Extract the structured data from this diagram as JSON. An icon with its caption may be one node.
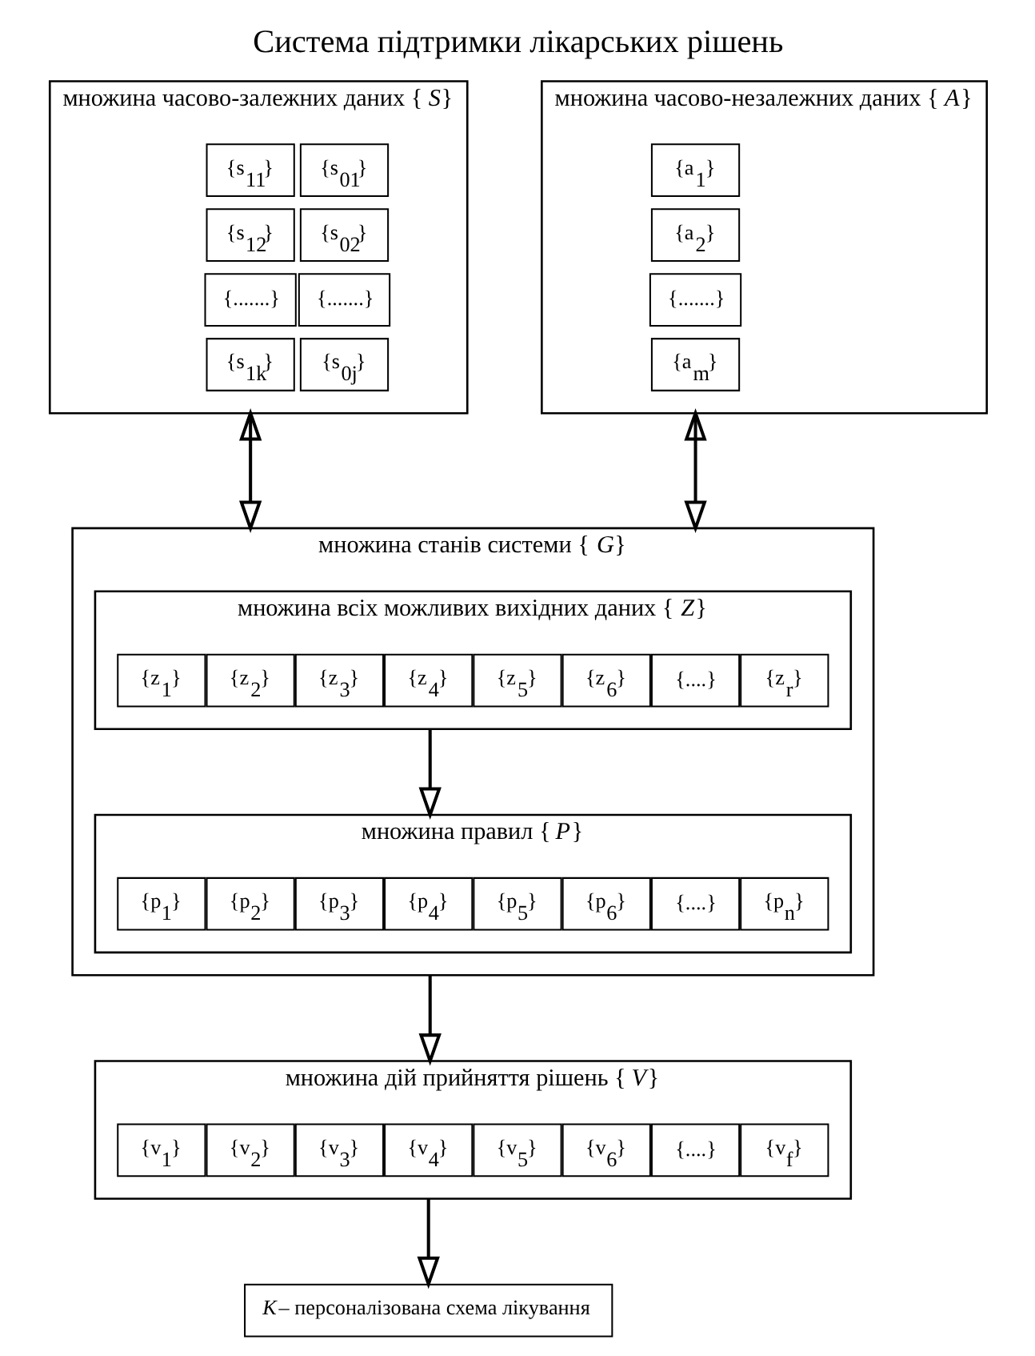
{
  "diagram": {
    "title": "Система підтримки лікарських рішень",
    "nodes": [
      {
        "text": [
          "множина часово-залежних даних {*S*}"
        ]
      },
      {
        "text": [
          "{s$_{11}$}"
        ],
        "in": 0
      },
      {
        "text": [
          "{s$_{12}$}"
        ],
        "in": 0
      },
      {
        "text": [
          "{.......}"
        ],
        "in": 0
      },
      {
        "text": [
          "{s$_{1k}$}"
        ],
        "in": 0
      },
      {
        "text": [
          "{s$_{01}$}"
        ],
        "in": 0
      },
      {
        "text": [
          "{s$_{02}$}"
        ],
        "in": 0
      },
      {
        "text": [
          "{.......}"
        ],
        "in": 0
      },
      {
        "text": [
          "{s$_{0j}$}"
        ],
        "in": 0
      },
      {
        "text": [
          "множина часово-незалежних даних {*A*}"
        ]
      },
      {
        "text": [
          "{a$_{1}$}"
        ],
        "in": 9
      },
      {
        "text": [
          "{a$_{2}$}"
        ],
        "in": 9
      },
      {
        "text": [
          "{.......}"
        ],
        "in": 9
      },
      {
        "text": [
          "{a$_{m}$}"
        ],
        "in": 9
      },
      {
        "text": [
          "множина станів системи {*G*}"
        ]
      },
      {
        "text": [
          "множина всіх можливих вихідних даних {*Z*}"
        ],
        "in": 14
      },
      {
        "text": [
          "{z$_{1}$}"
        ],
        "in": 15
      },
      {
        "text": [
          "{z$_{2}$}"
        ],
        "in": 15
      },
      {
        "text": [
          "{z$_{3}$}"
        ],
        "in": 15
      },
      {
        "text": [
          "{z$_{4}$}"
        ],
        "in": 15
      },
      {
        "text": [
          "{z$_{5}$}"
        ],
        "in": 15
      },
      {
        "text": [
          "{z$_{6}$}"
        ],
        "in": 15
      },
      {
        "text": [
          "{....}"
        ],
        "in": 15
      },
      {
        "text": [
          "{z$_{r}$}"
        ],
        "in": 15
      },
      {
        "text": [
          "множина правил {*P*}"
        ],
        "in": 14
      },
      {
        "text": [
          "{p$_{1}$}"
        ],
        "in": 24
      },
      {
        "text": [
          "{p$_{2}$}"
        ],
        "in": 24
      },
      {
        "text": [
          "{p$_{3}$}"
        ],
        "in": 24
      },
      {
        "text": [
          "{p$_{4}$}"
        ],
        "in": 24
      },
      {
        "text": [
          "{p$_{5}$}"
        ],
        "in": 24
      },
      {
        "text": [
          "{p$_{6}$}"
        ],
        "in": 24
      },
      {
        "text": [
          "{....}"
        ],
        "in": 24
      },
      {
        "text": [
          "{p$_{n}$}"
        ],
        "in": 24
      },
      {
        "text": [
          "множина дій прийняття рішень {*V*}"
        ]
      },
      {
        "text": [
          "{v$_{1}$}"
        ],
        "in": 33
      },
      {
        "text": [
          "{v$_{2}$}"
        ],
        "in": 33
      },
      {
        "text": [
          "{v$_{3}$}"
        ],
        "in": 33
      },
      {
        "text": [
          "{v$_{4}$}"
        ],
        "in": 33
      },
      {
        "text": [
          "{v$_{5}$}"
        ],
        "in": 33
      },
      {
        "text": [
          "{v$_{6}$}"
        ],
        "in": 33
      },
      {
        "text": [
          "{....}"
        ],
        "in": 33
      },
      {
        "text": [
          "{v$_{f}$}"
        ],
        "in": 33
      },
      {
        "text": [
          "*K*– персоналізована схема лікування"
        ]
      }
    ],
    "edges": [
      {
        "from": 0,
        "to": 14,
        "arrow": "both"
      },
      {
        "from": 9,
        "to": 14,
        "arrow": "both"
      },
      {
        "from": 15,
        "to": 24,
        "arrow": "to"
      },
      {
        "from": 14,
        "to": 33,
        "arrow": "to"
      },
      {
        "from": 33,
        "to": 42,
        "arrow": "to"
      }
    ]
  }
}
